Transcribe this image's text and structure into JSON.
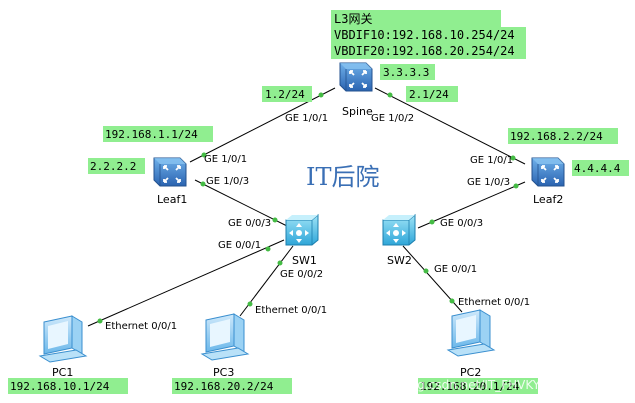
{
  "gateway_box": {
    "title": "L3网关",
    "line1": "VBDIF10:192.168.10.254/24",
    "line2": "VBDIF20:192.168.20.254/24"
  },
  "watermark_center": "IT后院",
  "watermark_corner": "https://blog.csdn.net/IT_FHVKYYGY",
  "devices": {
    "spine": {
      "name": "Spine",
      "router_id": "3.3.3.3"
    },
    "leaf1": {
      "name": "Leaf1",
      "router_id": "2.2.2.2",
      "ip": "192.168.1.1/24"
    },
    "leaf2": {
      "name": "Leaf2",
      "router_id": "4.4.4.4",
      "ip": "192.168.2.2/24"
    },
    "sw1": {
      "name": "SW1"
    },
    "sw2": {
      "name": "SW2"
    },
    "pc1": {
      "name": "PC1",
      "ip": "192.168.10.1/24"
    },
    "pc3": {
      "name": "PC3",
      "ip": "192.168.20.2/24"
    },
    "pc2": {
      "name": "PC2",
      "ip": "192.168.20.1/24"
    }
  },
  "links": {
    "spine_leaf1": {
      "a_port": "GE 1/0/1",
      "b_port": "GE 1/0/1",
      "subnet": "1.2/24"
    },
    "spine_leaf2": {
      "a_port": "GE 1/0/2",
      "b_port": "GE 1/0/1",
      "subnet": "2.1/24"
    },
    "leaf1_sw1": {
      "a_port": "GE 1/0/3",
      "b_port": "GE 0/0/3"
    },
    "leaf2_sw2": {
      "a_port": "GE 1/0/3",
      "b_port": "GE 0/0/3"
    },
    "sw1_pc1": {
      "a_port": "GE 0/0/1",
      "b_port": "Ethernet 0/0/1"
    },
    "sw1_pc3": {
      "a_port": "GE 0/0/2",
      "b_port": "Ethernet 0/0/1"
    },
    "sw2_pc2": {
      "a_port": "GE 0/0/1",
      "b_port": "Ethernet 0/0/1"
    }
  },
  "colors": {
    "label_bg": "#90ee90",
    "router_blue": "#3a7ec8",
    "switch_cyan": "#4fc3e8",
    "link": "#000000",
    "port_dot": "#44bb44",
    "watermark": "#3a6fb5"
  }
}
